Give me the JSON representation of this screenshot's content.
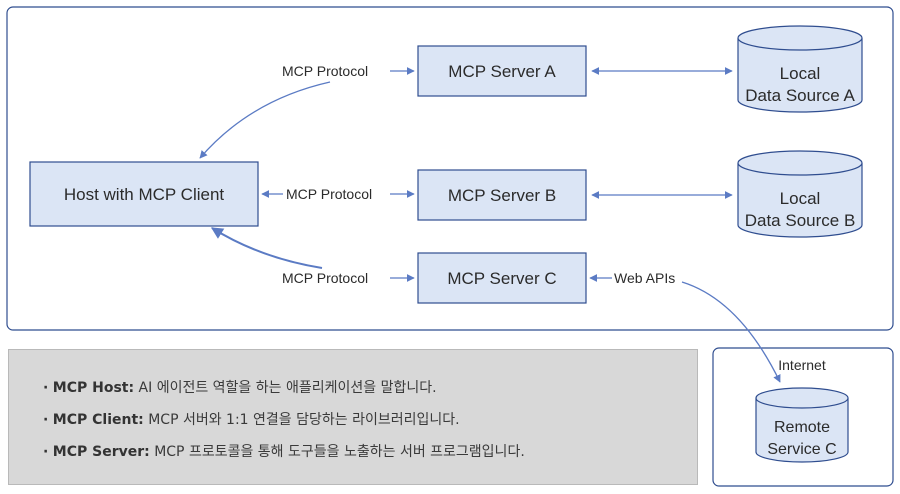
{
  "nodes": {
    "host": "Host with MCP Client",
    "server_a": "MCP Server A",
    "server_b": "MCP Server B",
    "server_c": "MCP Server C",
    "data_source_a": [
      "Local",
      "Data Source A"
    ],
    "data_source_b": [
      "Local",
      "Data Source B"
    ],
    "remote_service_c": [
      "Remote",
      "Service C"
    ]
  },
  "edges": {
    "protocol_a": "MCP Protocol",
    "protocol_b": "MCP Protocol",
    "protocol_c": "MCP Protocol",
    "web_apis": "Web APIs"
  },
  "zones": {
    "internet": "Internet"
  },
  "legend": [
    {
      "term": "MCP Host",
      "desc": "AI 에이전트 역할을 하는 애플리케이션을 말합니다."
    },
    {
      "term": "MCP Client",
      "desc": "MCP 서버와 1:1 연결을 담당하는 라이브러리입니다."
    },
    {
      "term": "MCP Server",
      "desc": "MCP 프로토콜을 통해 도구들을 노출하는 서버 프로그램입니다."
    }
  ],
  "colors": {
    "node_fill": "#dbe5f5",
    "node_stroke": "#2f4d8f",
    "arrow": "#5b7bc4",
    "frame": "#2f4d8f",
    "legend_bg": "#d8d8d8"
  }
}
